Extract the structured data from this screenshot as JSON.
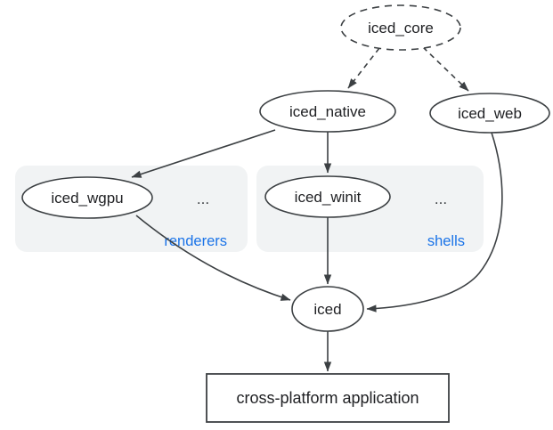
{
  "diagram": {
    "description": "Dependency graph of the iced GUI crate ecosystem",
    "nodes": {
      "iced_core": {
        "label": "iced_core"
      },
      "iced_native": {
        "label": "iced_native"
      },
      "iced_web": {
        "label": "iced_web"
      },
      "iced_wgpu": {
        "label": "iced_wgpu"
      },
      "iced_winit": {
        "label": "iced_winit"
      },
      "iced": {
        "label": "iced"
      },
      "application": {
        "label": "cross-platform application"
      }
    },
    "groups": {
      "renderers": {
        "label": "renderers",
        "ellipsis": "..."
      },
      "shells": {
        "label": "shells",
        "ellipsis": "..."
      }
    },
    "edges": [
      {
        "from": "iced_core",
        "to": "iced_native",
        "style": "dashed"
      },
      {
        "from": "iced_core",
        "to": "iced_web",
        "style": "dashed"
      },
      {
        "from": "iced_native",
        "to": "iced_wgpu",
        "style": "solid"
      },
      {
        "from": "iced_native",
        "to": "iced_winit",
        "style": "solid"
      },
      {
        "from": "iced_wgpu",
        "to": "iced",
        "style": "solid"
      },
      {
        "from": "iced_winit",
        "to": "iced",
        "style": "solid"
      },
      {
        "from": "iced_web",
        "to": "iced",
        "style": "solid"
      },
      {
        "from": "iced",
        "to": "application",
        "style": "solid"
      }
    ],
    "colors": {
      "edge": "#3c4043",
      "text": "#202124",
      "group_label": "#1a73e8",
      "group_fill": "#f1f3f4",
      "node_fill": "#ffffff",
      "background": "#ffffff"
    }
  }
}
